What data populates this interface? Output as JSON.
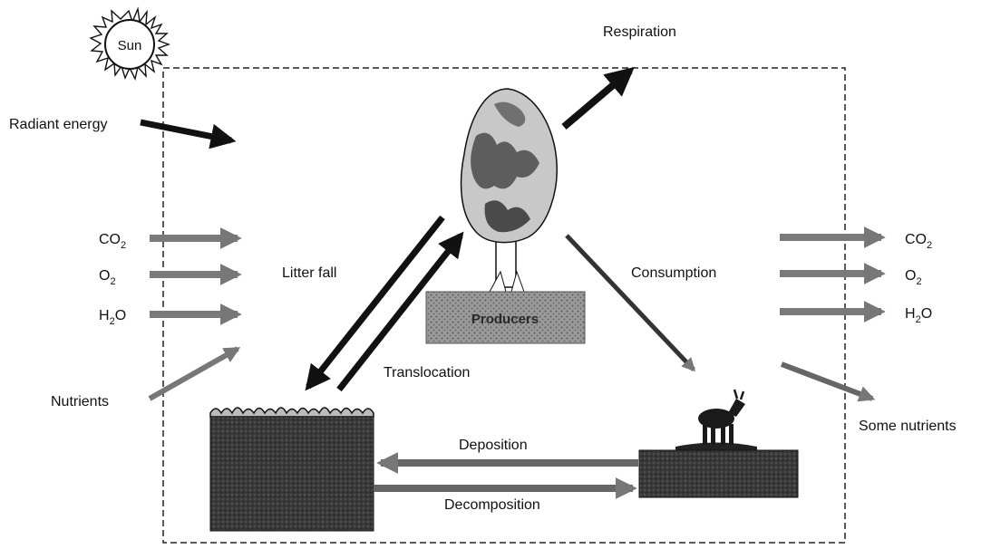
{
  "sun": {
    "label": "Sun"
  },
  "inputs": {
    "radiant_energy": "Radiant energy",
    "co2": {
      "base": "CO",
      "sub": "2"
    },
    "o2": {
      "base": "O",
      "sub": "2"
    },
    "h2o": {
      "base": "H",
      "sub": "2",
      "tail": "O"
    },
    "nutrients": "Nutrients"
  },
  "outputs": {
    "respiration": "Respiration",
    "co2": {
      "base": "CO",
      "sub": "2"
    },
    "o2": {
      "base": "O",
      "sub": "2"
    },
    "h2o": {
      "base": "H",
      "sub": "2",
      "tail": "O"
    },
    "some_nutrients": "Some nutrients"
  },
  "flows": {
    "litter_fall": "Litter fall",
    "translocation": "Translocation",
    "consumption": "Consumption",
    "deposition": "Deposition",
    "decomposition": "Decomposition"
  },
  "compartments": {
    "producers": "Producers"
  },
  "colors": {
    "ink": "#111111",
    "shade_light": "#8a8a8a",
    "shade_dark": "#2e2e2e"
  }
}
